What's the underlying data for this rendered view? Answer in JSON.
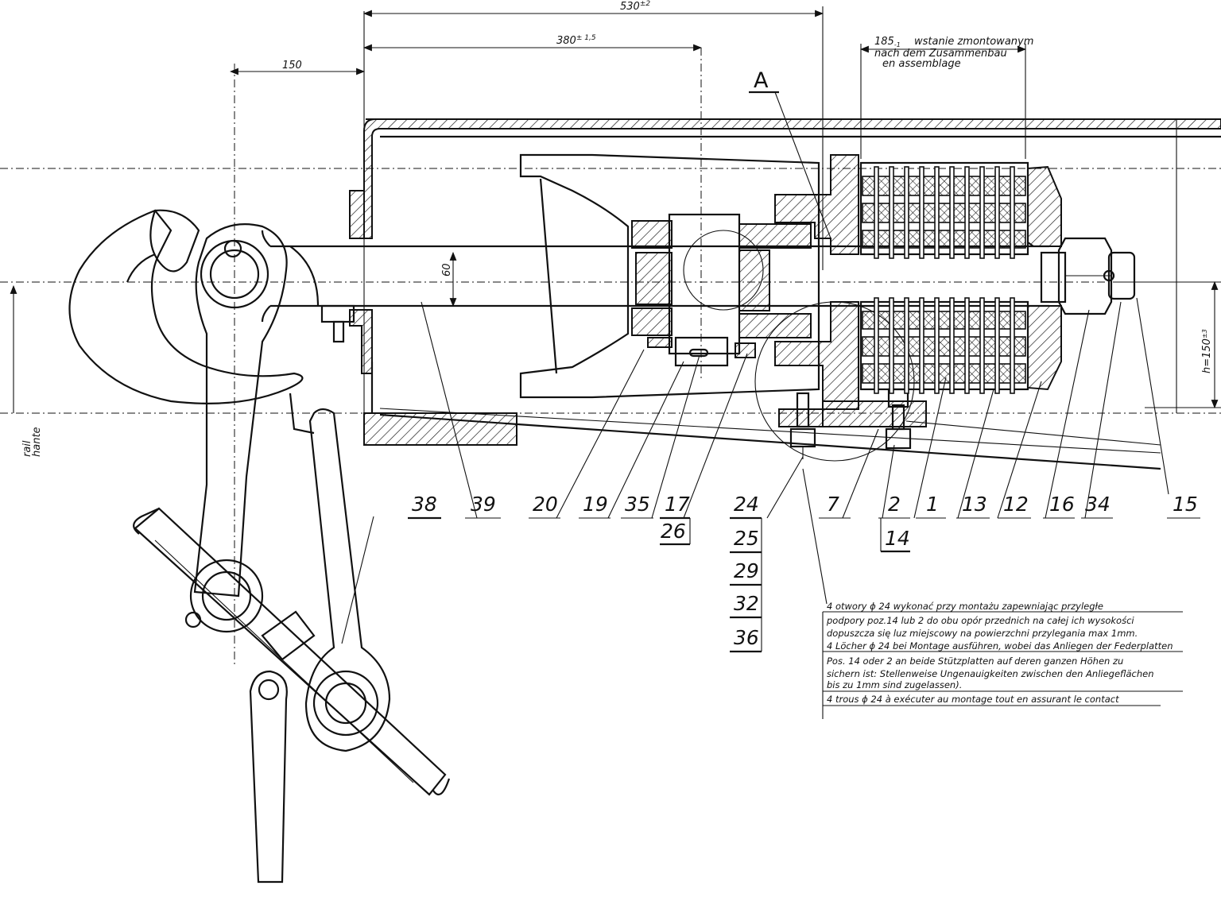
{
  "dimensions": {
    "overall": "530",
    "overall_tol": "±2",
    "pos_to_axis": "380",
    "pos_to_axis_tol": "± 1,5",
    "hook_offset": "150",
    "rod_dia": "60",
    "height": "h=150",
    "height_tol": "±3",
    "assembled_len": "185",
    "assembled_tol": "-1"
  },
  "assembly_caption": [
    "wstanie zmontowanym",
    "nach dem Zusammenbau",
    "en assemblage"
  ],
  "section_label": "A",
  "rail_label": [
    "rail",
    "hante"
  ],
  "positions": {
    "p38": "38",
    "p39": "39",
    "p20": "20",
    "p19": "19",
    "p35": "35",
    "p17": "17",
    "p26": "26",
    "p24": "24",
    "p25": "25",
    "p29": "29",
    "p32": "32",
    "p36": "36",
    "p7": "7",
    "p2": "2",
    "p14": "14",
    "p1": "1",
    "p13": "13",
    "p12": "12",
    "p16": "16",
    "p34": "34",
    "p15": "15"
  },
  "notes": [
    "4 otwory ϕ 24 wykonać przy montażu zapewniając przyległe",
    "podpory poz.14 lub 2 do obu opór przednich na całej ich wysokości",
    "dopuszcza się luz miejscowy na powierzchni przylegania max 1mm.",
    "4 Löcher ϕ 24 bei Montage ausführen, wobei das Anliegen der Federplatten",
    "Pos. 14 oder 2 an beide Stützplatten auf deren ganzen Höhen zu",
    "sichern ist: Stellenweise Ungenauigkeiten zwischen den Anliegeflächen",
    "bis zu 1mm sind zugelassen).",
    "4 trous ϕ 24 à exécuter au montage tout en assurant le contact"
  ]
}
